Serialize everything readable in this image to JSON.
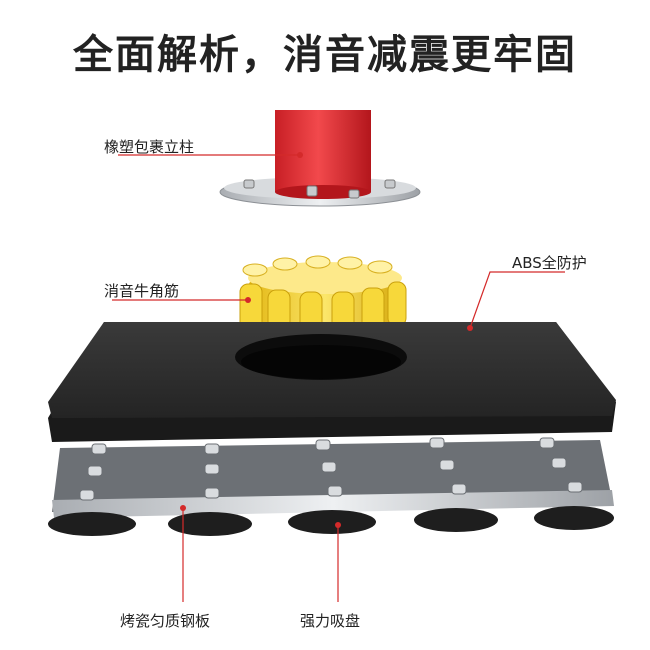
{
  "title": "全面解析，消音减震更牢固",
  "labels": {
    "pillar": "橡塑包裹立柱",
    "buffer": "消音牛角筋",
    "abs": "ABS全防护",
    "steel": "烤瓷匀质钢板",
    "suction": "强力吸盘"
  },
  "colors": {
    "accent": "#d42a2a",
    "pillar": "#e8363a",
    "buffer": "#f4d03f",
    "base": "#2e2e2e"
  }
}
